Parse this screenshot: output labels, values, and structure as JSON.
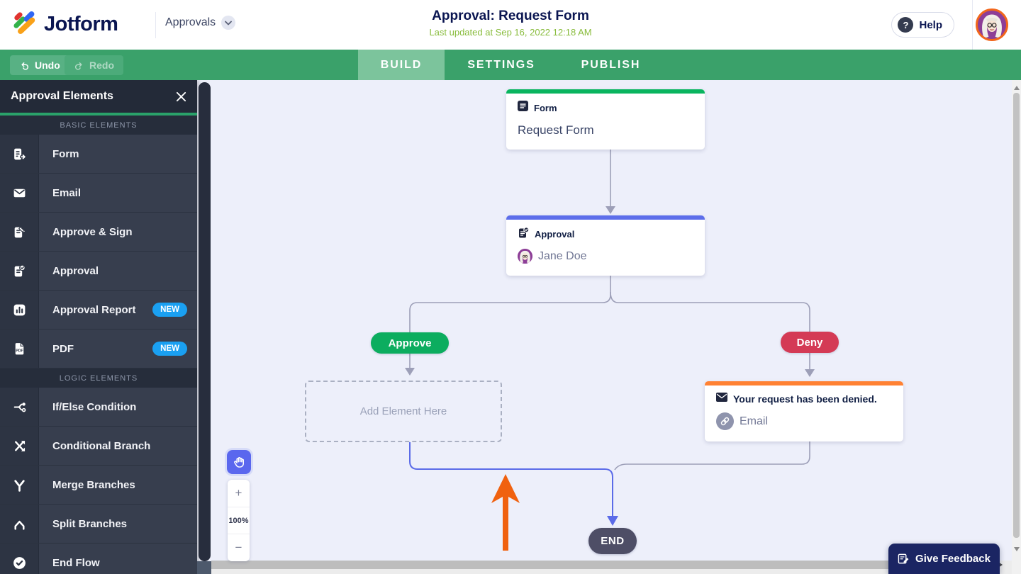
{
  "header": {
    "brand": "Jotform",
    "product_menu": "Approvals",
    "title": "Approval: Request Form",
    "last_updated": "Last updated at Sep 16, 2022 12:18 AM",
    "help_label": "Help",
    "help_glyph": "?"
  },
  "toolbar": {
    "undo_label": "Undo",
    "redo_label": "Redo",
    "tabs": [
      {
        "label": "BUILD",
        "active": true
      },
      {
        "label": "SETTINGS",
        "active": false
      },
      {
        "label": "PUBLISH",
        "active": false
      }
    ]
  },
  "sidebar": {
    "title": "Approval Elements",
    "sections": [
      {
        "label": "BASIC ELEMENTS",
        "items": [
          {
            "label": "Form",
            "icon": "form-icon"
          },
          {
            "label": "Email",
            "icon": "email-icon"
          },
          {
            "label": "Approve & Sign",
            "icon": "approve-sign-icon"
          },
          {
            "label": "Approval",
            "icon": "approval-icon"
          },
          {
            "label": "Approval Report",
            "icon": "report-icon",
            "badge": "NEW"
          },
          {
            "label": "PDF",
            "icon": "pdf-icon",
            "badge": "NEW"
          }
        ]
      },
      {
        "label": "LOGIC ELEMENTS",
        "items": [
          {
            "label": "If/Else Condition",
            "icon": "ifelse-icon"
          },
          {
            "label": "Conditional Branch",
            "icon": "conditional-branch-icon"
          },
          {
            "label": "Merge Branches",
            "icon": "merge-branches-icon"
          },
          {
            "label": "Split Branches",
            "icon": "split-branches-icon"
          },
          {
            "label": "End Flow",
            "icon": "end-flow-icon"
          }
        ]
      }
    ]
  },
  "canvas": {
    "zoom_controls": {
      "zoom_in": "+",
      "zoom_level": "100%",
      "zoom_out": "−"
    },
    "flow": {
      "form_node": {
        "type_label": "Form",
        "title": "Request Form"
      },
      "approval_node": {
        "type_label": "Approval",
        "assignee": "Jane Doe"
      },
      "approve_branch_label": "Approve",
      "deny_branch_label": "Deny",
      "placeholder_label": "Add Element Here",
      "email_node": {
        "title": "Your request has been denied.",
        "attachment_label": "Email"
      },
      "end_label": "END"
    }
  },
  "feedback_button": {
    "label": "Give Feedback"
  },
  "colors": {
    "toolbar_green": "#3aa16a",
    "active_tab_green": "#7cc49c",
    "form_accent": "#0ab55f",
    "approval_accent": "#5d6eea",
    "email_accent": "#ff8133",
    "approve_pill": "#0cad5f",
    "deny_pill": "#d43a55",
    "end_node": "#4e4e66",
    "new_badge": "#1aa0f2",
    "annotation_arrow": "#f0610f",
    "selected_connector": "#5b6be8",
    "connector_gray": "#9d9fb8",
    "canvas_bg": "#edeffa",
    "brand_navy": "#0a1551",
    "updated_green": "#89bc3d",
    "hand_tool": "#5a67ee",
    "feedback_bg": "#1b2563"
  }
}
